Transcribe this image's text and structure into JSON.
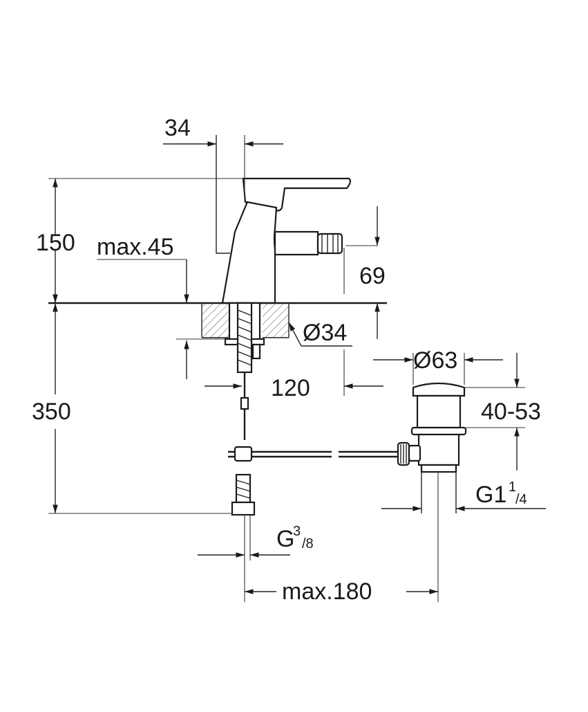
{
  "dimensions": {
    "top_width": "34",
    "height_upper": "150",
    "lever_clearance": "max.45",
    "spout_height": "69",
    "hole_diameter": "Ø34",
    "deck_thickness": "120",
    "total_height": "350",
    "waste_diameter": "Ø63",
    "waste_range": "40-53",
    "waste_thread_main": "G1",
    "waste_thread_num": "1",
    "waste_thread_den": "/4",
    "supply_thread_main": "G",
    "supply_thread_num": "3",
    "supply_thread_den": "/8",
    "waste_distance": "max.180"
  },
  "colors": {
    "line": "#1a1a1a",
    "background": "#ffffff"
  }
}
